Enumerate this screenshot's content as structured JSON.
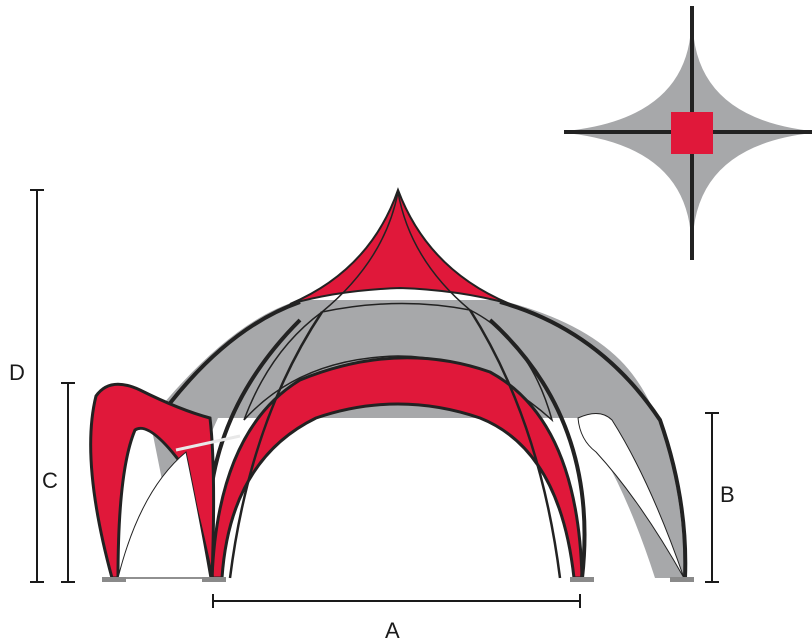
{
  "diagram": {
    "labels": {
      "A": "A",
      "B": "B",
      "C": "C",
      "D": "D"
    },
    "colors": {
      "red": "#e0183a",
      "gray": "#a7a8aa",
      "frame": "#222222",
      "base": "#8a8a8a"
    }
  }
}
